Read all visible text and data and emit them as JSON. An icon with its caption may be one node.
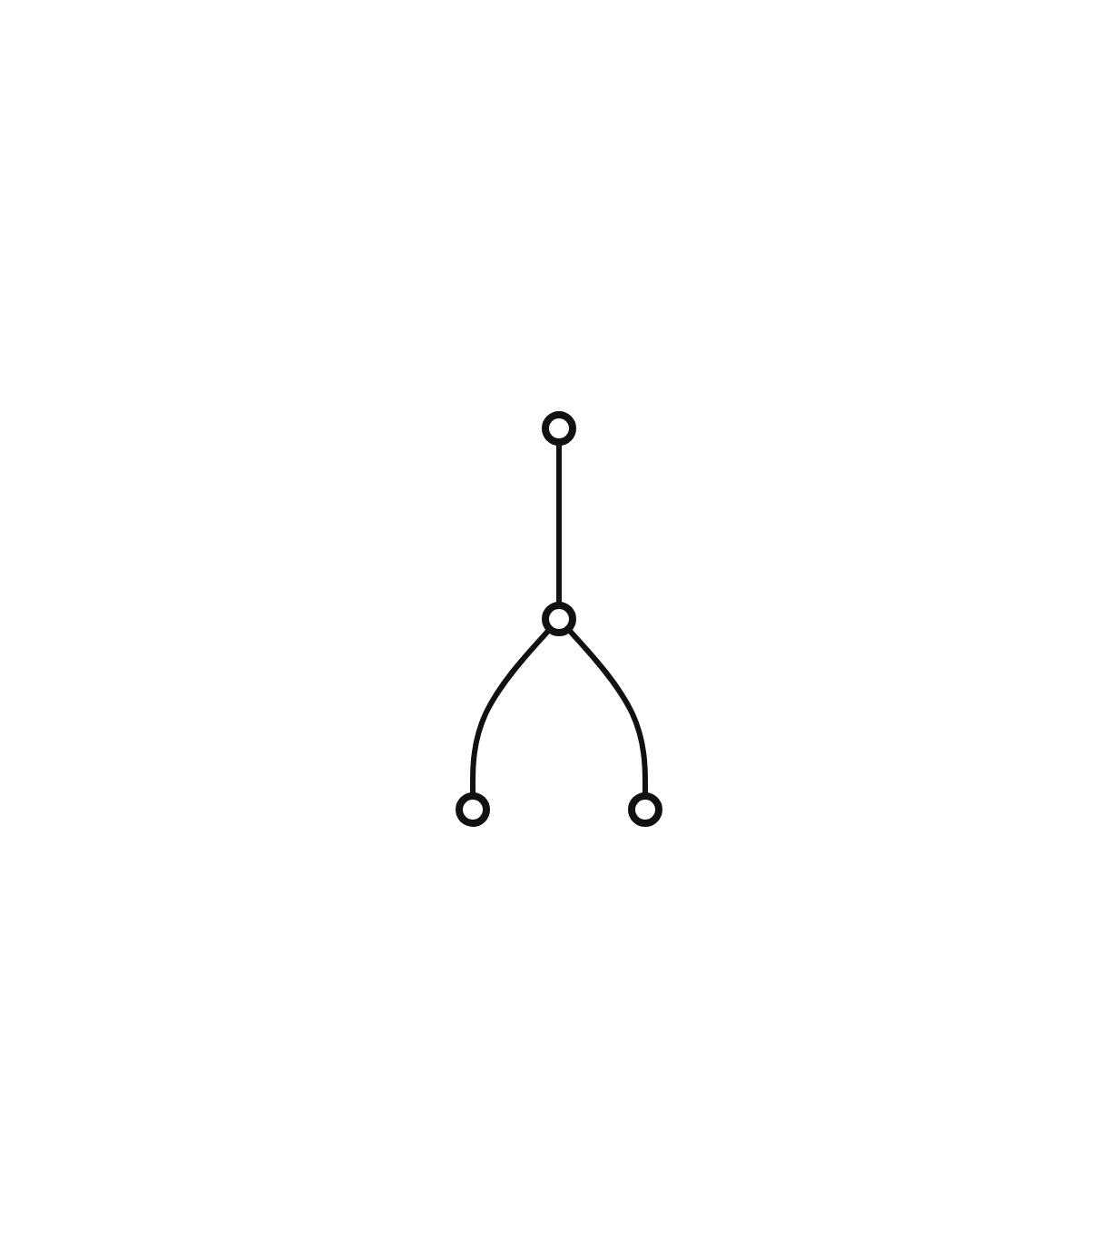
{
  "diagram": {
    "nodes": [
      {
        "text": [],
        "shape": "circle"
      },
      {
        "text": [],
        "shape": "circle"
      },
      {
        "text": [],
        "shape": "circle"
      },
      {
        "text": [],
        "shape": "circle"
      }
    ],
    "edges": [
      {
        "from": 0,
        "to": 1,
        "arrow": "none"
      },
      {
        "from": 1,
        "to": 2,
        "arrow": "none"
      },
      {
        "from": 1,
        "to": 3,
        "arrow": "none"
      }
    ]
  }
}
